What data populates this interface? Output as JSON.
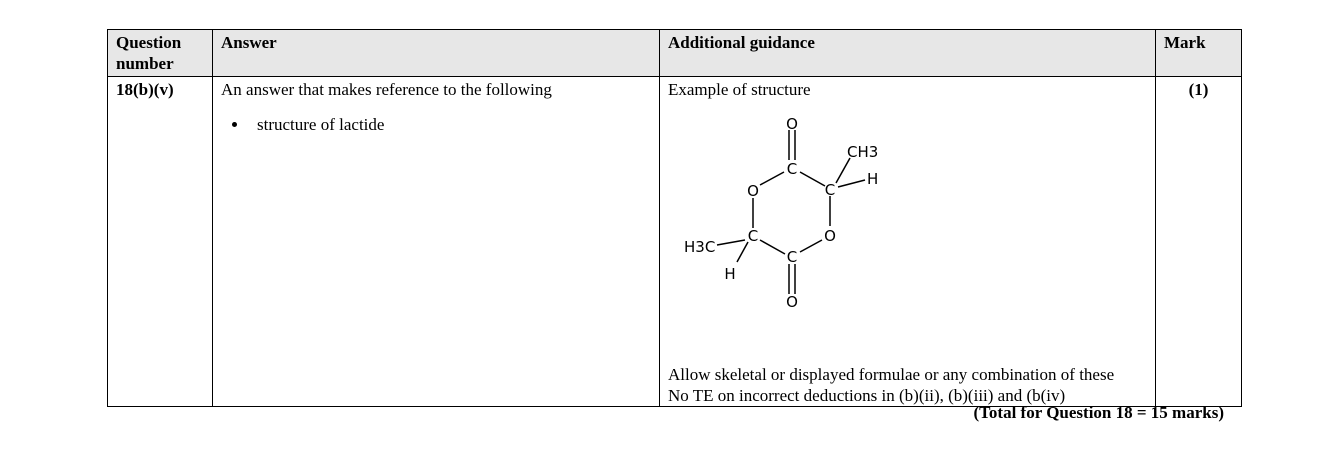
{
  "headers": {
    "question": "Question number",
    "answer": "Answer",
    "guidance": "Additional guidance",
    "mark": "Mark"
  },
  "row": {
    "question": "18(b)(v)",
    "answer_intro": "An answer that makes reference to the following",
    "answer_points": [
      "structure of lactide"
    ],
    "guidance_intro": "Example of structure",
    "structure": {
      "o_top": "O",
      "c_top": "C",
      "c_right": "C",
      "ch3_right": "CH3",
      "h_right": "H",
      "o_left": "O",
      "c_left": "C",
      "o_right": "O",
      "h3c_left": "H3C",
      "h_left": "H",
      "c_bottom": "C",
      "o_bottom": "O"
    },
    "guidance_note1": "Allow skeletal or displayed formulae or any combination of these",
    "guidance_note2": "No TE on incorrect deductions in (b)(ii), (b)(iii) and (b(iv)",
    "mark": "(1)"
  },
  "total": "(Total for Question 18 = 15 marks)"
}
